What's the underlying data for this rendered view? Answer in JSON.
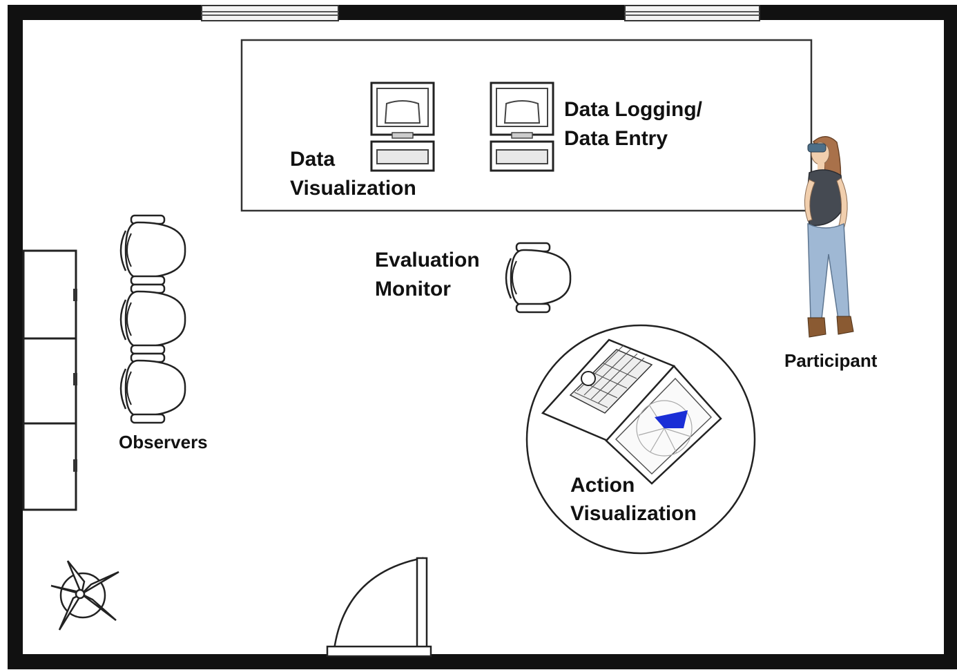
{
  "labels": {
    "data_visualization": {
      "line1": "Data",
      "line2": "Visualization"
    },
    "data_logging": {
      "line1": "Data Logging/",
      "line2": "Data Entry"
    },
    "evaluation_monitor": {
      "line1": "Evaluation",
      "line2": "Monitor"
    },
    "observers": "Observers",
    "participant": "Participant",
    "action_visualization": {
      "line1": "Action",
      "line2": "Visualization"
    }
  },
  "colors": {
    "wall": "#111111",
    "line": "#222222",
    "radar_sweep": "#1a2ed6",
    "floor": "#ffffff"
  },
  "icons": [
    "desktop-computer-icon",
    "office-chair-icon",
    "laptop-icon",
    "potted-plant-icon",
    "door-swing-icon",
    "person-figure-icon"
  ]
}
